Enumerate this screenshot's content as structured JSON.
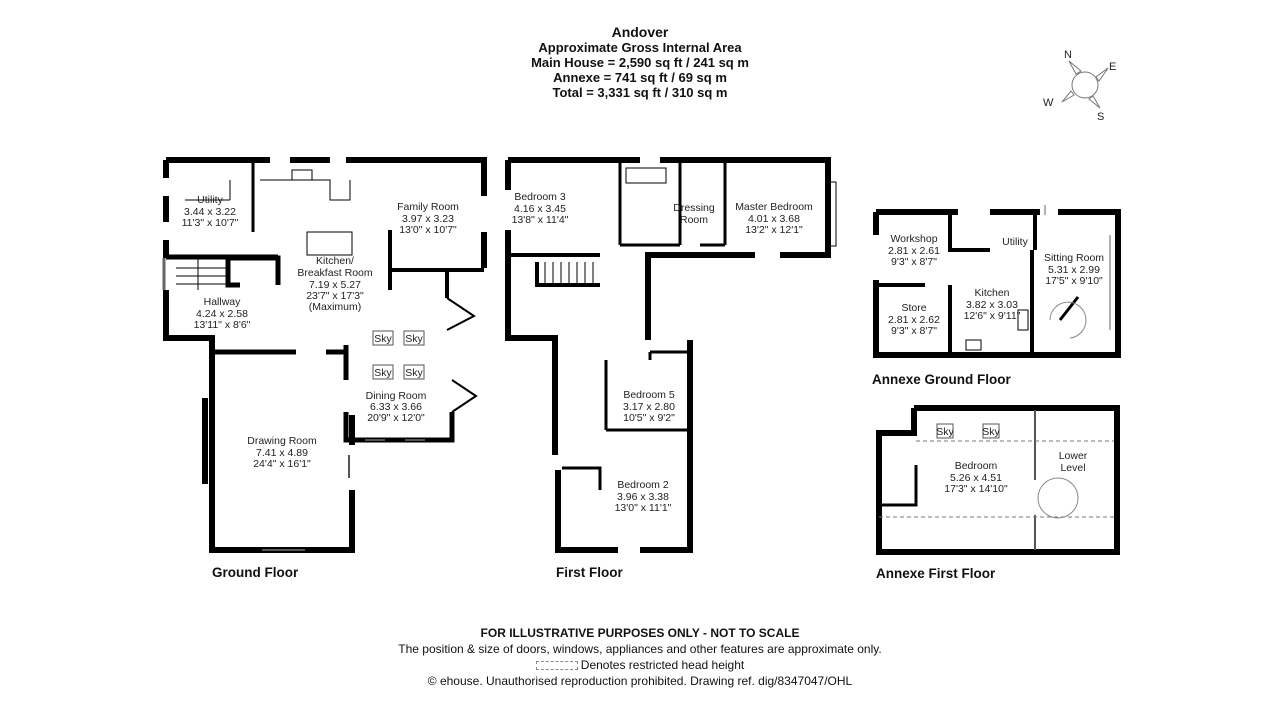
{
  "header": {
    "title": "Andover",
    "subtitle": "Approximate Gross Internal Area",
    "main_house": "Main House = 2,590 sq ft / 241 sq m",
    "annexe": "Annexe = 741 sq ft / 69 sq m",
    "total": "Total = 3,331 sq ft / 310 sq m"
  },
  "compass": {
    "n": "N",
    "e": "E",
    "s": "S",
    "w": "W"
  },
  "floors": {
    "ground": {
      "label": "Ground Floor",
      "rooms": {
        "utility": {
          "name": "Utility",
          "metric": "3.44 x 3.22",
          "imperial": "11'3\" x 10'7\""
        },
        "family": {
          "name": "Family Room",
          "metric": "3.97 x 3.23",
          "imperial": "13'0\" x 10'7\""
        },
        "kitchen": {
          "name1": "Kitchen/",
          "name2": "Breakfast Room",
          "metric": "7.19 x 5.27",
          "imperial": "23'7\" x 17'3\"",
          "note": "(Maximum)"
        },
        "hallway": {
          "name": "Hallway",
          "metric": "4.24 x 2.58",
          "imperial": "13'11\" x 8'6\""
        },
        "dining": {
          "name": "Dining Room",
          "metric": "6.33 x 3.66",
          "imperial": "20'9\" x 12'0\""
        },
        "drawing": {
          "name": "Drawing Room",
          "metric": "7.41 x 4.89",
          "imperial": "24'4\" x 16'1\""
        }
      },
      "skylight": "Sky"
    },
    "first": {
      "label": "First Floor",
      "rooms": {
        "bedroom3": {
          "name": "Bedroom 3",
          "metric": "4.16 x 3.45",
          "imperial": "13'8\" x 11'4\""
        },
        "dressing": {
          "name1": "Dressing",
          "name2": "Room"
        },
        "master": {
          "name": "Master Bedroom",
          "metric": "4.01 x 3.68",
          "imperial": "13'2\" x 12'1\""
        },
        "bedroom5": {
          "name": "Bedroom 5",
          "metric": "3.17 x 2.80",
          "imperial": "10'5\" x 9'2\""
        },
        "bedroom2": {
          "name": "Bedroom 2",
          "metric": "3.96 x 3.38",
          "imperial": "13'0\" x 11'1\""
        }
      }
    },
    "annexe_ground": {
      "label": "Annexe Ground Floor",
      "rooms": {
        "workshop": {
          "name": "Workshop",
          "metric": "2.81 x 2.61",
          "imperial": "9'3\" x 8'7\""
        },
        "utility": {
          "name": "Utility"
        },
        "sitting": {
          "name": "Sitting Room",
          "metric": "5.31 x 2.99",
          "imperial": "17'5\" x 9'10\""
        },
        "store": {
          "name": "Store",
          "metric": "2.81 x 2.62",
          "imperial": "9'3\" x 8'7\""
        },
        "kitchen": {
          "name": "Kitchen",
          "metric": "3.82 x 3.03",
          "imperial": "12'6\" x 9'11\""
        }
      }
    },
    "annexe_first": {
      "label": "Annexe First Floor",
      "rooms": {
        "bedroom": {
          "name": "Bedroom",
          "metric": "5.26 x 4.51",
          "imperial": "17'3\" x 14'10\""
        },
        "lower": {
          "name1": "Lower",
          "name2": "Level"
        }
      },
      "skylight": "Sky"
    }
  },
  "footer": {
    "disclaimer": "FOR ILLUSTRATIVE PURPOSES ONLY - NOT TO SCALE",
    "note": "The position & size of doors, windows, appliances and other features are approximate only.",
    "legend": "Denotes restricted head height",
    "copyright": "© ehouse. Unauthorised reproduction prohibited. Drawing ref. dig/8347047/OHL"
  }
}
